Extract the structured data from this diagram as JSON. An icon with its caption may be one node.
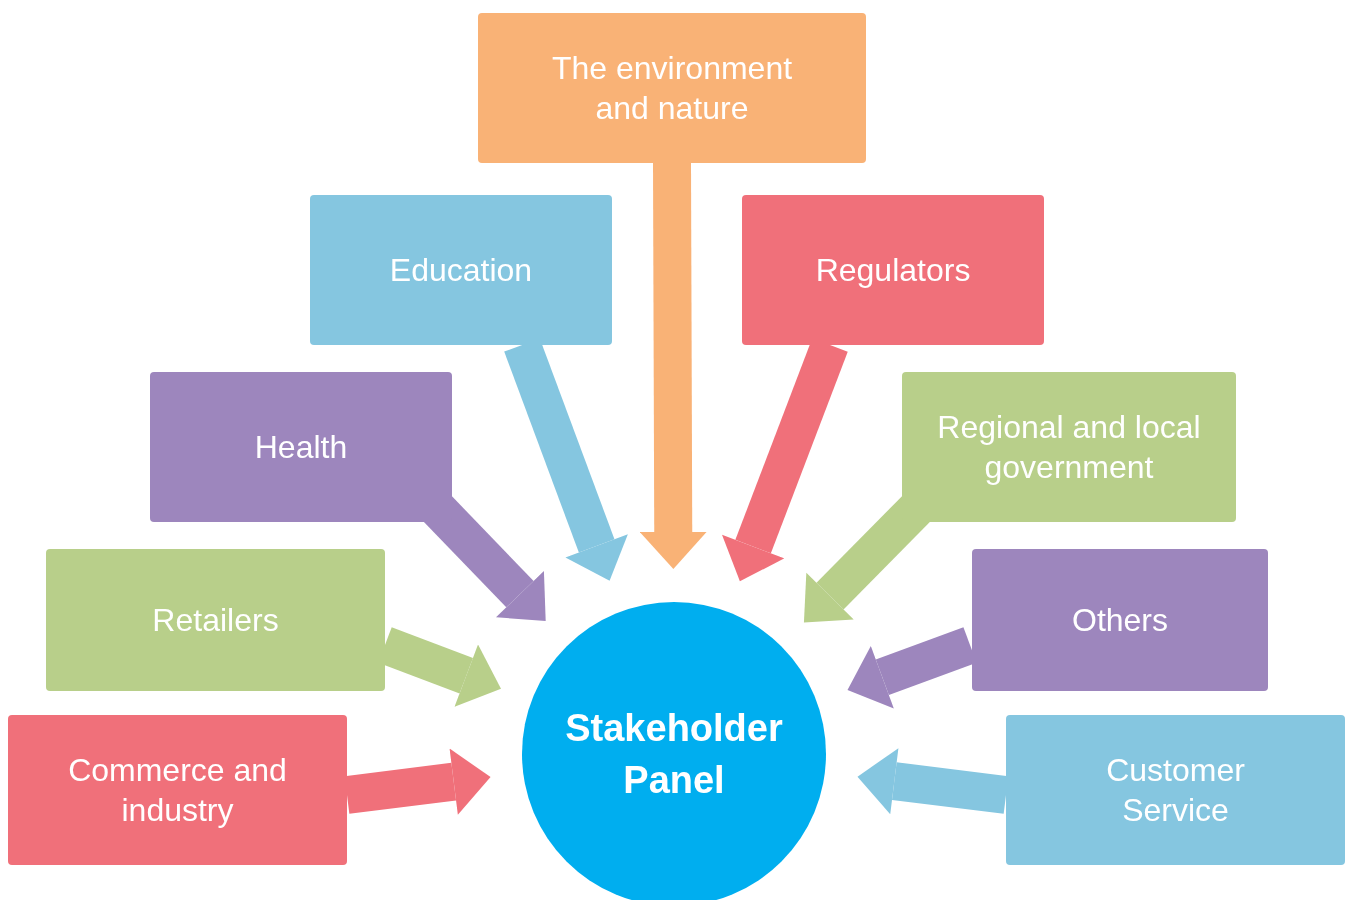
{
  "diagram": {
    "nodes": [
      {
        "text": [
          "The environment and nature"
        ]
      },
      {
        "text": [
          "Education"
        ]
      },
      {
        "text": [
          "Regulators"
        ]
      },
      {
        "text": [
          "Health"
        ]
      },
      {
        "text": [
          "Regional and local government"
        ]
      },
      {
        "text": [
          "Retailers"
        ]
      },
      {
        "text": [
          "Others"
        ]
      },
      {
        "text": [
          "Commerce and industry"
        ]
      },
      {
        "text": [
          "Customer Service"
        ]
      },
      {
        "text": [
          "Stakeholder Panel"
        ]
      }
    ],
    "edges": [
      {
        "from": 0,
        "to": 9,
        "arrow": "to",
        "color": "#f9b276"
      },
      {
        "from": 1,
        "to": 9,
        "arrow": "to",
        "color": "#85c6e0"
      },
      {
        "from": 2,
        "to": 9,
        "arrow": "to",
        "color": "#f0707a"
      },
      {
        "from": 3,
        "to": 9,
        "arrow": "to",
        "color": "#9d86bd"
      },
      {
        "from": 4,
        "to": 9,
        "arrow": "to",
        "color": "#b8cf8a"
      },
      {
        "from": 5,
        "to": 9,
        "arrow": "to",
        "color": "#b8cf8a"
      },
      {
        "from": 6,
        "to": 9,
        "arrow": "to",
        "color": "#9d86bd"
      },
      {
        "from": 7,
        "to": 9,
        "arrow": "to",
        "color": "#f0707a"
      },
      {
        "from": 8,
        "to": 9,
        "arrow": "to",
        "color": "#85c6e0"
      }
    ]
  }
}
